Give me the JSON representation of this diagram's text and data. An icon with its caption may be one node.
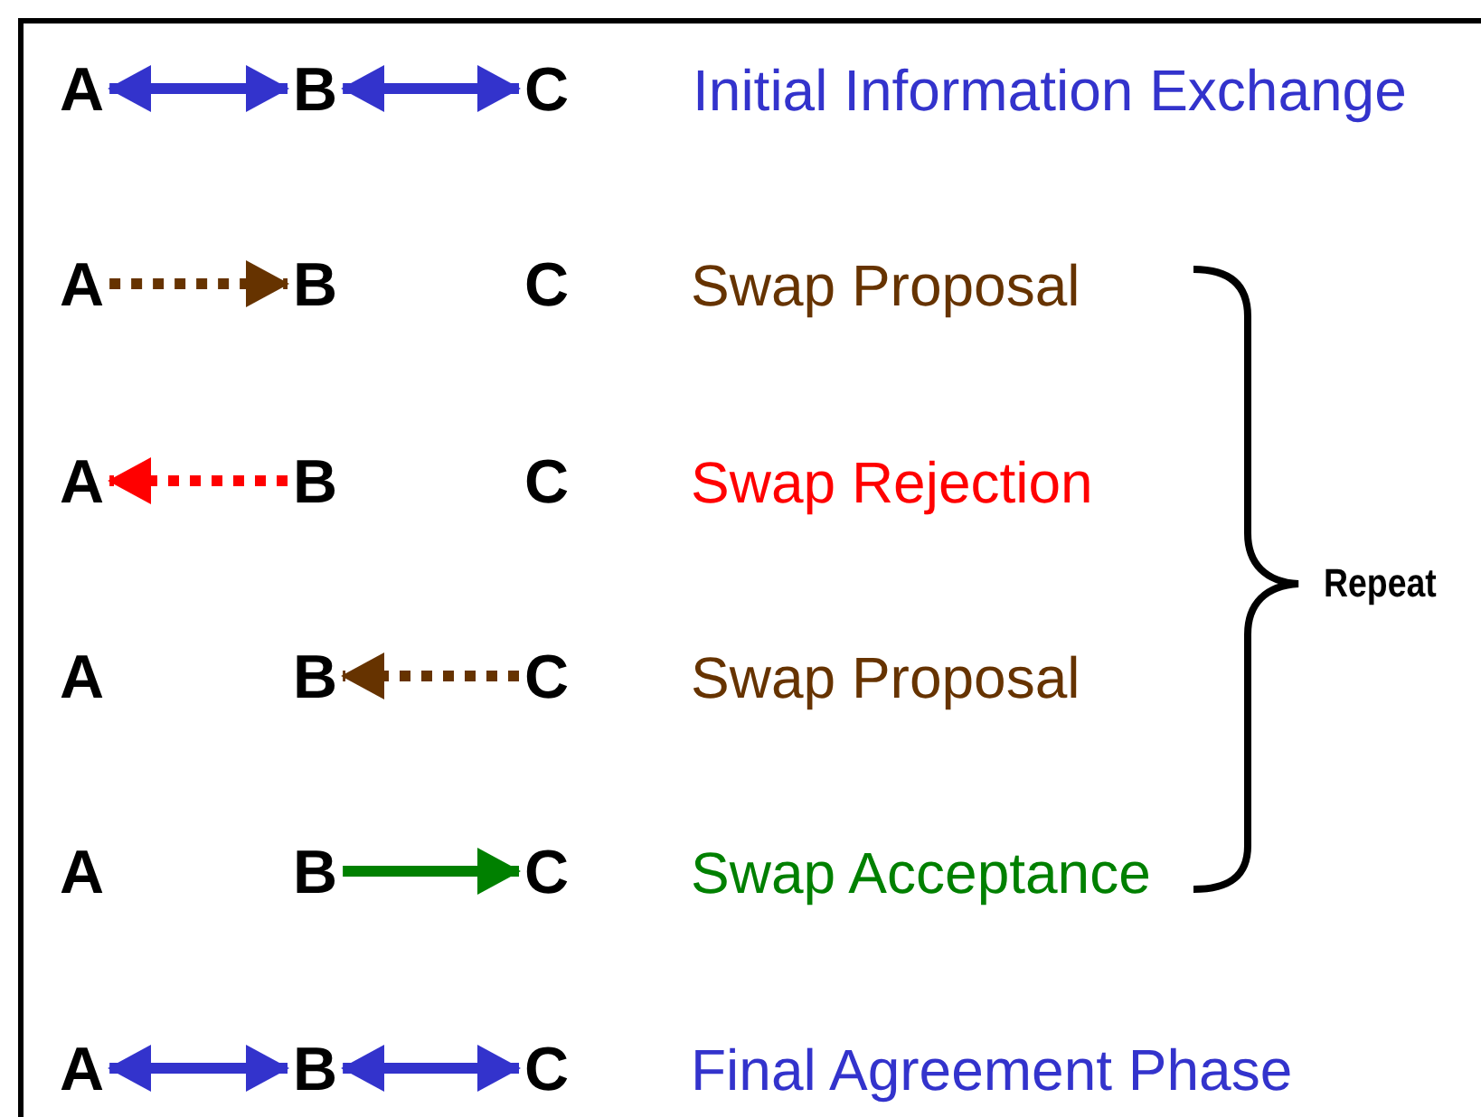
{
  "diagram": {
    "nodes": [
      {
        "text": [
          "A"
        ]
      },
      {
        "text": [
          "B"
        ]
      },
      {
        "text": [
          "C"
        ]
      },
      {
        "text": [
          "A"
        ]
      },
      {
        "text": [
          "B"
        ]
      },
      {
        "text": [
          "A"
        ]
      },
      {
        "text": [
          "B"
        ]
      },
      {
        "text": [
          "B"
        ]
      },
      {
        "text": [
          "C"
        ]
      },
      {
        "text": [
          "B"
        ]
      },
      {
        "text": [
          "C"
        ]
      },
      {
        "text": [
          "A"
        ]
      },
      {
        "text": [
          "B"
        ]
      },
      {
        "text": [
          "C"
        ]
      }
    ],
    "edges": [
      {
        "from": 0,
        "to": 1,
        "arrow": "both"
      },
      {
        "from": 1,
        "to": 2,
        "arrow": "both"
      },
      {
        "from": 3,
        "to": 4,
        "arrow": "to",
        "style": "dashed",
        "color": "#663300"
      },
      {
        "from": 6,
        "to": 5,
        "arrow": "to",
        "style": "dashed",
        "color": "#ff0000"
      },
      {
        "from": 8,
        "to": 7,
        "arrow": "to",
        "style": "dashed",
        "color": "#663300"
      },
      {
        "from": 9,
        "to": 10,
        "arrow": "to",
        "color": "#008000"
      },
      {
        "from": 11,
        "to": 12,
        "arrow": "both"
      },
      {
        "from": 12,
        "to": 13,
        "arrow": "both"
      }
    ],
    "labels": [
      "Initial Information Exchange",
      "C",
      "Swap Proposal",
      "C",
      "Swap Rejection",
      "Repeat",
      "A",
      "Swap Proposal",
      "A",
      "Swap Acceptance",
      "Final Agreement Phase"
    ]
  }
}
